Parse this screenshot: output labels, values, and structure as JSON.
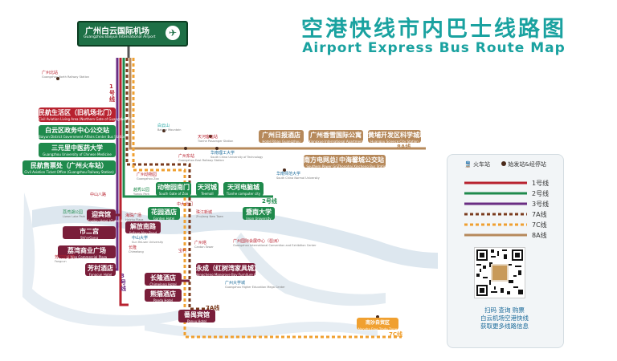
{
  "title_cn": "空港快线市内巴士线路图",
  "title_en": "Airport Express Bus Route Map",
  "airport": {
    "cn": "广州白云国际机场",
    "en": "Guangzhou Baiyun International Airport"
  },
  "colors": {
    "line1": "#b8222f",
    "line2": "#1f8a4c",
    "line3": "#6a2d83",
    "line7A": "#7a3b1e",
    "line7C": "#f0a030",
    "line8A": "#b6895b",
    "teal": "#1aa2a0"
  },
  "line_labels": {
    "l1": "1号线",
    "l2": "2号线",
    "l3": "3号线",
    "l7a": "7A线",
    "l7c": "7C线",
    "l8a": "8A线"
  },
  "stations": {
    "minhang": {
      "cn": "民航生活区（旧机场北门）",
      "en": "Civil Aviation Living Area (Northern Gate of Guangzhou Baiyun Airport)"
    },
    "baiyun_gov": {
      "cn": "白云区政务中心公交站",
      "en": "Baiyun District Government Affairs Center Bus Station"
    },
    "tcm": {
      "cn": "三元里中医药大学",
      "en": "Guangzhou University of Chinese Medicine"
    },
    "ticket": {
      "cn": "民航售票处（广州火车站）",
      "en": "Civil Aviation Ticket Office (Guangzhou Railway Station)"
    },
    "zoo": {
      "cn": "动物园南门",
      "en": "South Gate of Zoo"
    },
    "tianhecheng": {
      "cn": "天河城",
      "en": "Teemall"
    },
    "tianhe_pc": {
      "cn": "天河电脑城",
      "en": "Tianhe computer city"
    },
    "huayuan": {
      "cn": "花园酒店",
      "en": "Garden Hotel"
    },
    "jinan": {
      "cn": "暨南大学",
      "en": "Jinan University"
    },
    "yingbin": {
      "cn": "迎宾馆",
      "en": "Yingbin Hotel (Guest House)"
    },
    "jiefang": {
      "cn": "解放南路",
      "en": "Jiefang Nan Road"
    },
    "shiergong": {
      "cn": "市二宫",
      "en": "Shi'erGong"
    },
    "lirwan": {
      "cn": "荔湾商业广场",
      "en": "Li Wan Commercial Plaza"
    },
    "fangcun": {
      "cn": "芳村酒店",
      "en": "Fangcun Hotel"
    },
    "changlong": {
      "cn": "长隆酒店",
      "en": "Chimelong Hotel"
    },
    "xiongmao": {
      "cn": "熊猫酒店",
      "en": "Panda Hotel"
    },
    "panyu": {
      "cn": "番禺宾馆",
      "en": "Panyu Hotel"
    },
    "yongcheng": {
      "cn": "永成（红树湾家具城）",
      "en": "Yongcheng Mangrove Bay Furniture City"
    },
    "exhibition": {
      "cn": "广州国际会展中心（琶洲）",
      "en": "Guangzhou International Convention and Exhibition Center"
    },
    "ribao": {
      "cn": "广州日报酒店",
      "en": "Hotel Ribao Guangzhou"
    },
    "xiangxue": {
      "cn": "广州香雪国际公寓",
      "en": "Xiangxue International Apartment"
    },
    "huangpu": {
      "cn": "黄埔开发区科学城站",
      "en": "Huangpu Science City Station"
    },
    "nanfang": {
      "cn": "南方电网总部",
      "en": "Southern Power Grid"
    },
    "zhongchuan": {
      "cn": "中海馨城公交站",
      "en": "Zhonghai Xincheng Bus Station"
    },
    "nansha": {
      "cn": "南沙自贸区",
      "en": "Nansha Free Trade Zone"
    }
  },
  "small_labels": {
    "gz_north": {
      "cn": "广州北站",
      "en": "Guangzhou North Railway Station"
    },
    "baiyunshan": {
      "cn": "白云山",
      "en": "Baiyun Mountain"
    },
    "gz_east": {
      "cn": "广州东站",
      "en": "Guangzhou East Railway Station"
    },
    "tianhe_bus": {
      "cn": "天河客运站",
      "en": "Tianhe Passenger Station"
    },
    "scut": {
      "cn": "华南理工大学",
      "en": "South China University of Technology"
    },
    "hnnu": {
      "cn": "华南师范大学",
      "en": "South China Normal University"
    },
    "guangzhou_zoo": {
      "cn": "广州动物园",
      "en": "Guangzhou Zoo"
    },
    "yuexiu": {
      "cn": "越秀公园",
      "en": "Yuexiu Park"
    },
    "haizhu": {
      "cn": "海珠广场",
      "en": "Haizhu Plaza"
    },
    "zhongshan": {
      "cn": "中山大学",
      "en": "Sun Yat-sen University"
    },
    "zhujiang": {
      "cn": "珠江新城",
      "en": "Zhujiang New Town"
    },
    "gztower": {
      "cn": "广州塔",
      "en": "Canton Tower"
    },
    "liwan_park": {
      "cn": "荔湾湖公园",
      "en": "Liwan Lake Park"
    },
    "fangcun_sq": {
      "cn": "芳村花地湾",
      "en": "Fangcun"
    },
    "zhongda": {
      "cn": "中大北门",
      "en": "Sun Yat-sen North Gate"
    },
    "chimelong": {
      "cn": "长隆",
      "en": "Chimelong"
    },
    "daxue": {
      "cn": "广州大学城",
      "en": "Guangzhou Higher Education Mega Center"
    },
    "anfu": {
      "cn": "宝村",
      "en": ""
    },
    "xiaoguwei": {
      "cn": "中山八路",
      "en": ""
    }
  },
  "legend": {
    "station_hotel": "火车站",
    "stop": "始发站&经停站",
    "rows": [
      "1号线",
      "2号线",
      "3号线",
      "7A线",
      "7C线",
      "8A线"
    ]
  },
  "qr_text": [
    "扫码 查询 购票",
    "白云机场空港快线",
    "获取更多线路信息"
  ]
}
